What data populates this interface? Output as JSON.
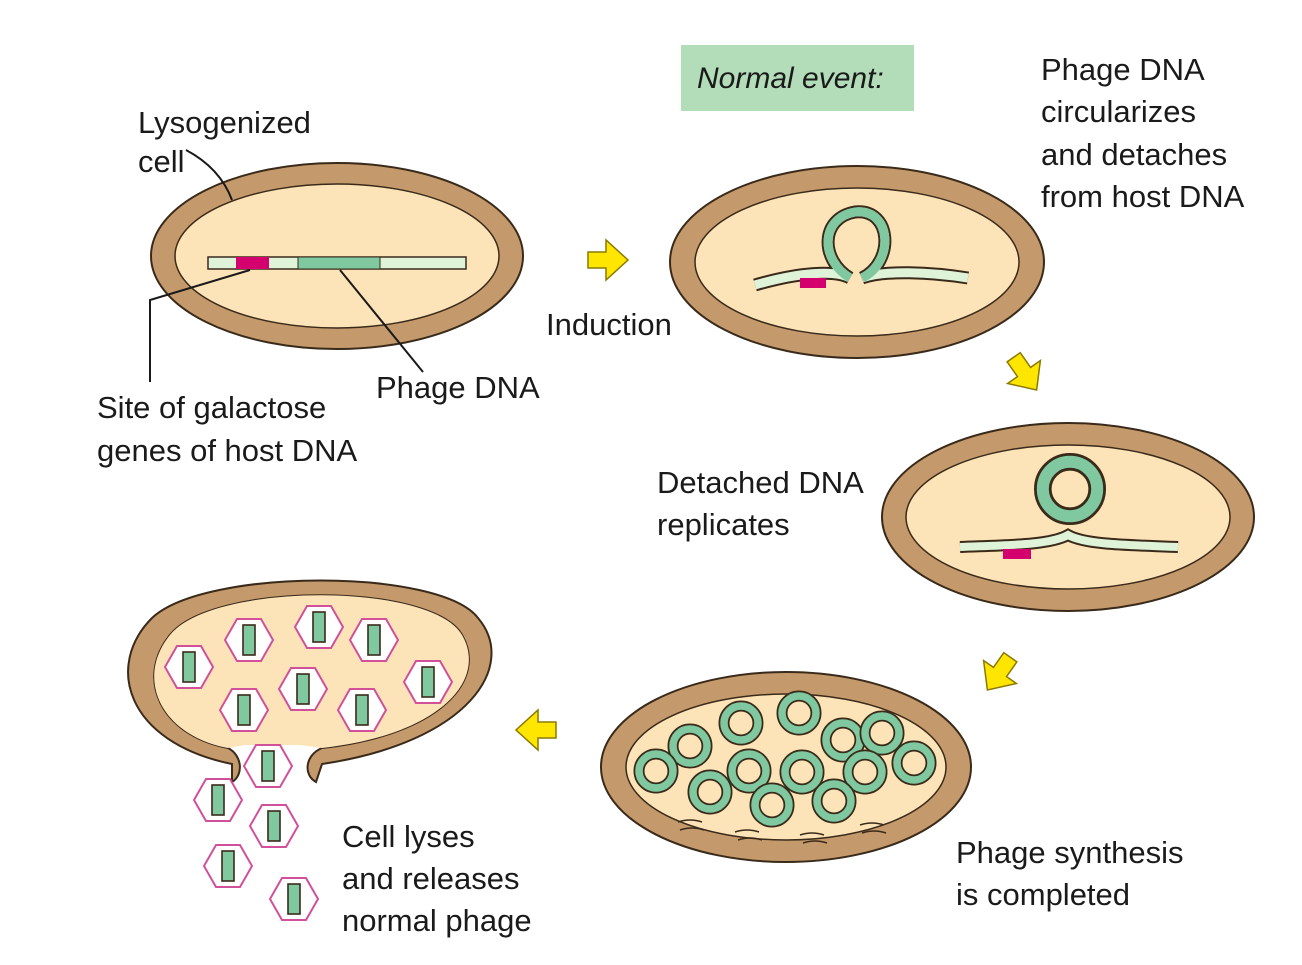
{
  "header": {
    "normal_event": "Normal event:"
  },
  "labels": {
    "lysogenized_cell": [
      "Lysogenized",
      "cell"
    ],
    "site_galactose": [
      "Site of galactose",
      "genes of host DNA"
    ],
    "phage_dna": [
      "Phage DNA"
    ],
    "induction": [
      "Induction"
    ],
    "circularizes": [
      "Phage DNA",
      "circularizes",
      "and detaches",
      "from host DNA"
    ],
    "detached_replicates": [
      "Detached DNA",
      "replicates"
    ],
    "phage_synthesis": [
      "Phage synthesis",
      "is completed"
    ],
    "cell_lyses": [
      "Cell lyses",
      "and releases",
      "normal phage"
    ]
  },
  "colors": {
    "cell_wall": "#c49a6c",
    "cytoplasm": "#fde3b8",
    "outline": "#3a2a1a",
    "phage_dna": "#7fc8a0",
    "host_dna": "#dff3d8",
    "gal_site": "#d4006e",
    "arrow": "#ffe600",
    "header_bg": "#b3dcb8",
    "phage_capsid": "#d0509a"
  }
}
